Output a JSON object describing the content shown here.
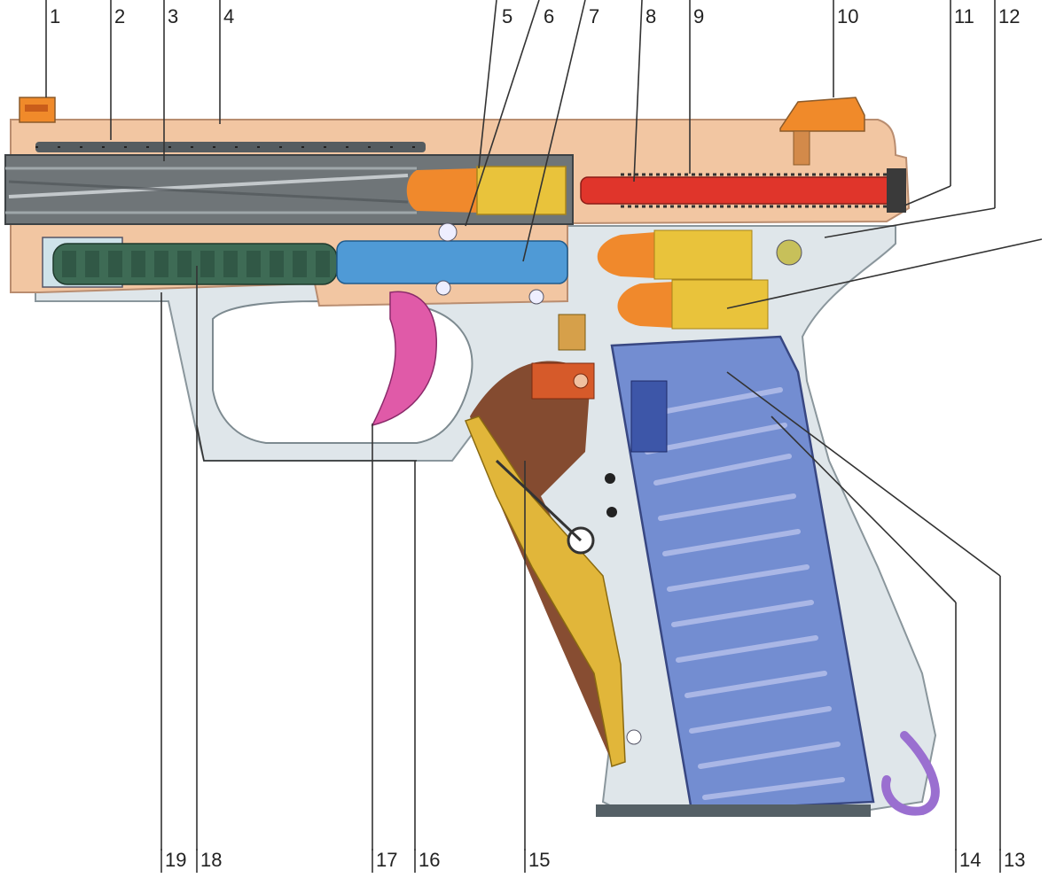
{
  "labels": {
    "l1": "1",
    "l2": "2",
    "l3": "3",
    "l4": "4",
    "l5": "5",
    "l6": "6",
    "l7": "7",
    "l8": "8",
    "l9": "9",
    "l10": "10",
    "l11": "11",
    "l12": "12",
    "l13": "13",
    "l14": "14",
    "l15": "15",
    "l16": "16",
    "l17": "17",
    "l18": "18",
    "l19": "19"
  },
  "colors": {
    "slide": "#f2c6a2",
    "frame": "#dfe6ea",
    "barrel": "#6f7578",
    "cartridge_case": "#e9c33b",
    "bullet": "#f0892c",
    "firing_pin": "#e0352b",
    "recoil_rod": "#4f9ad6",
    "recoil_spring": "#3e6b55",
    "magazine": "#6a86cf",
    "magazine_spring": "#aab7e6",
    "trigger": "#e05aa8",
    "grip_lever": "#e1b63a",
    "grip_panel": "#7a3a1c",
    "sight": "#f08a2a",
    "lanyard_loop": "#9a6fd0"
  }
}
